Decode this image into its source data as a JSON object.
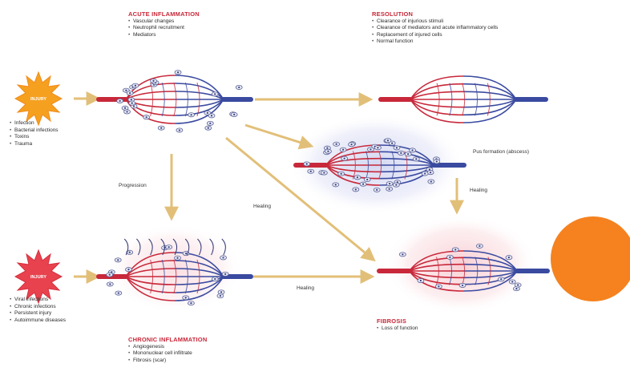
{
  "acute": {
    "title": "ACUTE INFLAMMATION",
    "items": [
      "Vascular changes",
      "Neutrophil recruitment",
      "Mediators"
    ]
  },
  "resolution": {
    "title": "RESOLUTION",
    "items": [
      "Clearance of injurious stimuli",
      "Clearance of mediators and acute inflammatory cells",
      "Replacement of injured cells",
      "Normal function"
    ]
  },
  "injury_top": {
    "word": "INJURY",
    "items": [
      "Infection",
      "Bacterial infections",
      "Toxins",
      "Trauma"
    ]
  },
  "injury_bottom": {
    "word": "INJURY",
    "items": [
      "Viral infections",
      "Chronic infections",
      "Persistent injury",
      "Autoimmune diseases"
    ]
  },
  "pus_label": "Pus formation (abscess)",
  "chronic": {
    "title": "CHRONIC INFLAMMATION",
    "items": [
      "Angiogenesis",
      "Mononuclear cell infiltrate",
      "Fibrosis (scar)"
    ]
  },
  "fibrosis": {
    "title": "FIBROSIS",
    "items": [
      "Loss of function"
    ]
  },
  "arrows": {
    "progression": "Progression",
    "healing_mid": "Healing",
    "healing_right": "Healing",
    "healing_bottom": "Healing"
  },
  "colors": {
    "arterial": "#c8283a",
    "venous": "#3a4aa0",
    "arrow": "#e7c98a",
    "injury": "#f28c1e",
    "orange_disc": "#f5821f",
    "heading": "#c8283a"
  }
}
